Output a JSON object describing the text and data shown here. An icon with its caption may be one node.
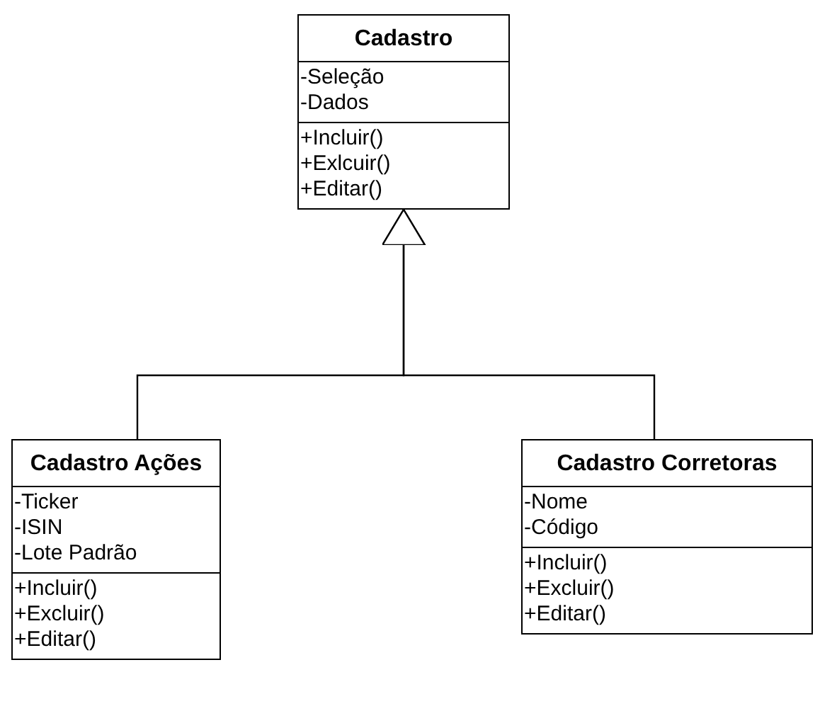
{
  "diagram": {
    "nodes": [
      {
        "text": [
          "Cadastro"
        ]
      },
      {
        "text": [
          "-Seleção",
          "-Dados"
        ],
        "in": 0
      },
      {
        "text": [
          "+Incluir()",
          "+Exlcuir()",
          "+Editar()"
        ],
        "in": 0
      },
      {
        "text": [
          "Cadastro Ações"
        ]
      },
      {
        "text": [
          "-Ticker",
          "-ISIN",
          "-Lote Padrão"
        ],
        "in": 3
      },
      {
        "text": [
          "+Incluir()",
          "+Excluir()",
          "+Editar()"
        ],
        "in": 3
      },
      {
        "text": [
          "Cadastro Corretoras"
        ]
      },
      {
        "text": [
          "-Nome",
          "-Código"
        ],
        "in": 6
      },
      {
        "text": [
          "+Incluir()",
          "+Excluir()",
          "+Editar()"
        ],
        "in": 6
      }
    ],
    "edges": [
      {
        "from": 3,
        "to": 0,
        "arrow": "to"
      },
      {
        "from": 6,
        "to": 0,
        "arrow": "to"
      }
    ]
  }
}
